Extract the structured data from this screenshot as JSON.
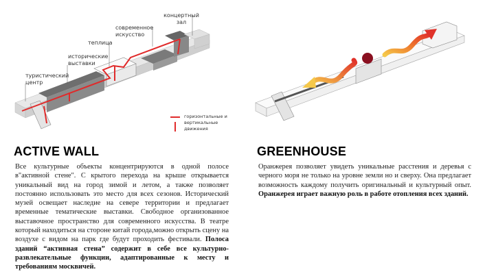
{
  "left_diagram": {
    "labels": {
      "concert_hall": "концертный зал",
      "modern_art": "современное искусство",
      "greenhouse": "теплица",
      "historic_exhibitions": "исторические выставки",
      "tourist_center": "туристический центр"
    },
    "legend": "горизонтальные и вертикальные движения",
    "accent_color": "#e02a2a"
  },
  "active_wall": {
    "title": "ACTIVE WALL",
    "text": "Все культурные объекты концентрируются в одной полосе в\"активной стене\". С крытого перехода на крыше открывается уникальный вид на город зимой и летом, а также позволяет постоянно использовать это место для всех сезонов. Исторический музей освещает наследие на севере территории и предлагает временные тематические выставки. Свободное организованное выставочное пространство для современного искусства. В театре который находиться на стороне китай города,можно открыть сцену на воздухе с видом на парк где будут проходить фестивали.",
    "text_bold": "Полоса зданий “активная стена” содержит в себе все культурно-развлекательные функции, адаптированные к месту и требованиям москвичей."
  },
  "greenhouse": {
    "title": "GREENHOUSE",
    "text": "Оранжерея позволяет увидеть уникальные расстения и деревья с черного моря не только на уровне земли но и сверху. Она предлагает возможность каждому получить оригинальный и культурный опыт.",
    "text_bold": "Оранжерея играет важную роль в работе отопления всех зданий.",
    "colors": {
      "warm_start": "#f5c84a",
      "warm_end": "#e0322a",
      "circle": "#8a1020"
    }
  }
}
